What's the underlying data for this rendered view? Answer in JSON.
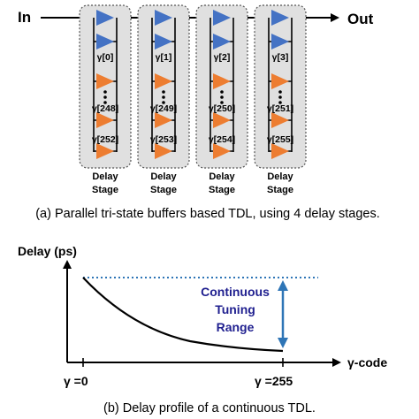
{
  "figure_a": {
    "input_label": "In",
    "output_label": "Out",
    "stages": [
      {
        "stage_label_line1": "Delay",
        "stage_label_line2": "Stage",
        "codes": [
          "γ[0]",
          "γ[248]",
          "γ[252]"
        ]
      },
      {
        "stage_label_line1": "Delay",
        "stage_label_line2": "Stage",
        "codes": [
          "γ[1]",
          "γ[249]",
          "γ[253]"
        ]
      },
      {
        "stage_label_line1": "Delay",
        "stage_label_line2": "Stage",
        "codes": [
          "γ[2]",
          "γ[250]",
          "γ[254]"
        ]
      },
      {
        "stage_label_line1": "Delay",
        "stage_label_line2": "Stage",
        "codes": [
          "γ[3]",
          "γ[251]",
          "γ[255]"
        ]
      }
    ],
    "caption": "(a) Parallel tri-state buffers based TDL, using 4 delay stages."
  },
  "figure_b": {
    "ylabel": "Delay (ps)",
    "xlabel": "γ-code",
    "x_start_label": "γ =0",
    "x_end_label": "γ =255",
    "annotation_line1": "Continuous",
    "annotation_line2": "Tuning",
    "annotation_line3": "Range",
    "caption": "(b) Delay profile of a continuous TDL."
  },
  "colors": {
    "blue_buffer": "#4472c4",
    "orange_buffer": "#ed7d31",
    "stage_box_fill": "#e0e0e0",
    "annotation_text": "#1f1f8f",
    "range_arrow": "#2e75b6",
    "dotted_line": "#2e75b6"
  }
}
